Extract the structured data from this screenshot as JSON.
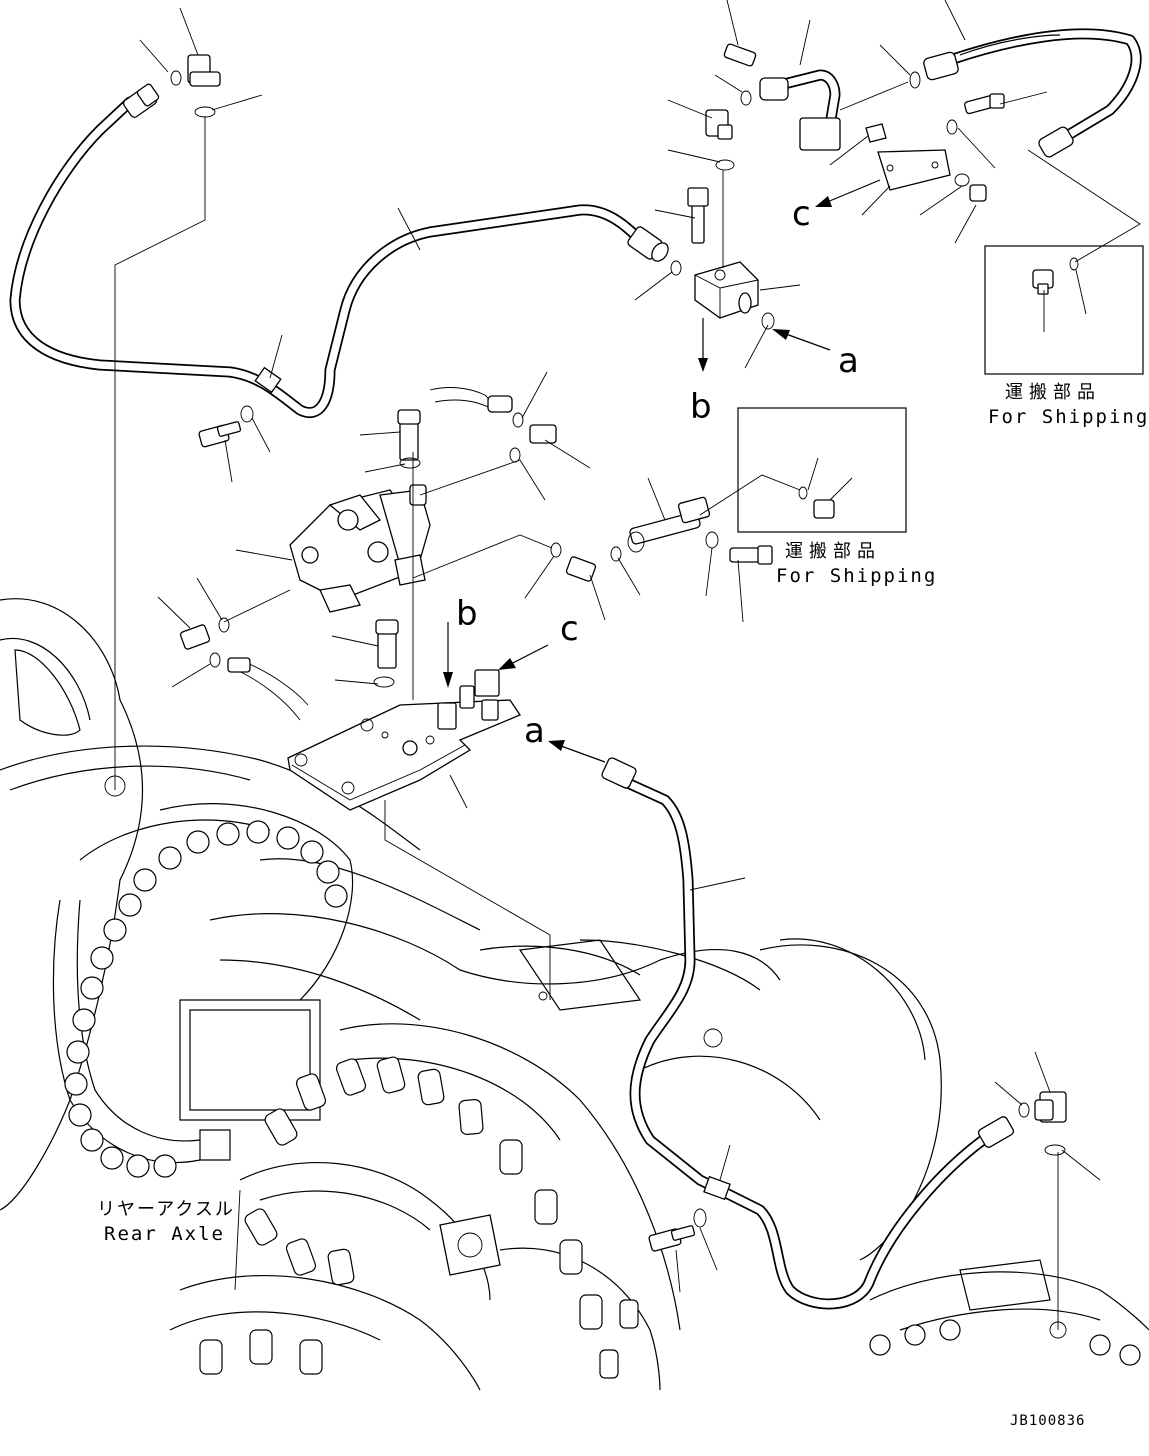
{
  "callouts": {
    "a_top": "a",
    "b_top": "b",
    "c_top": "c",
    "a_bottom": "a",
    "b_bottom": "b",
    "c_bottom": "c"
  },
  "shipping_box_1": {
    "japanese": "運搬部品",
    "english": "For Shipping"
  },
  "shipping_box_2": {
    "japanese": "運搬部品",
    "english": "For Shipping"
  },
  "rear_axle": {
    "japanese": "リヤーアクスル",
    "english": "Rear Axle"
  },
  "drawing_code": "JB100836"
}
